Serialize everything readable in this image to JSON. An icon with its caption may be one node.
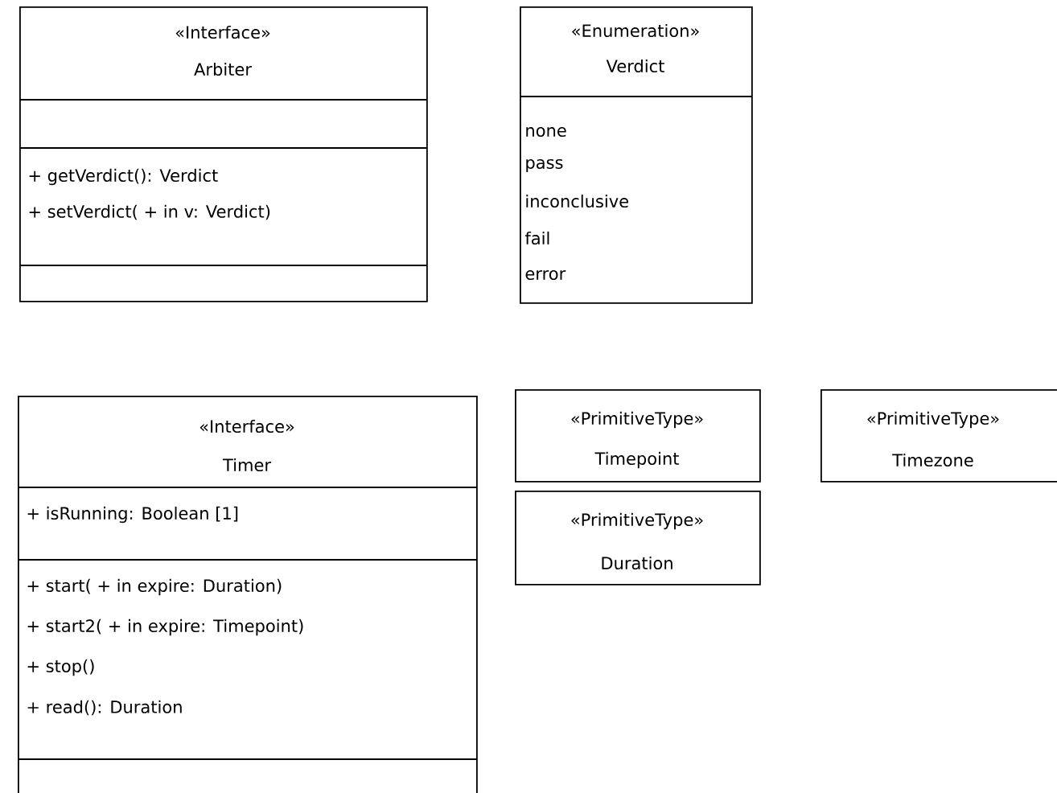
{
  "diagram": {
    "nodes": [
      {
        "text": [
          "«Interface»",
          "Arbiter",
          "+ getVerdict(): Verdict",
          "+ setVerdict( + in v: Verdict)"
        ]
      },
      {
        "text": [
          "«Enumeration»",
          "Verdict",
          "none",
          "pass",
          "inconclusive",
          "fail",
          "error"
        ]
      },
      {
        "text": [
          "«Interface»",
          "Timer",
          "+ isRunning: Boolean [1]",
          "+ start( + in expire: Duration)",
          "+ start2( + in expire: Timepoint)",
          "+ stop()",
          "+ read(): Duration"
        ]
      },
      {
        "text": [
          "«PrimitiveType»",
          "Timepoint"
        ]
      },
      {
        "text": [
          "«PrimitiveType»",
          "Duration"
        ]
      },
      {
        "text": [
          "«PrimitiveType»",
          "Timezone"
        ]
      }
    ]
  }
}
